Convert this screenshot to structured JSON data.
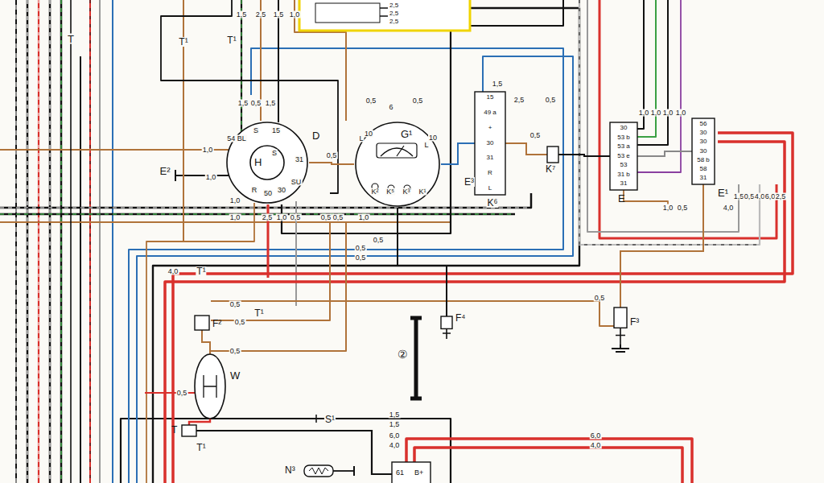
{
  "diagram": {
    "nodes": [
      {
        "text": [
          "2,5",
          "2,5",
          "2,5"
        ]
      },
      {
        "text": [
          "D"
        ]
      },
      {
        "text": [
          "H"
        ],
        "in": 1
      },
      {
        "text": [
          "G¹"
        ]
      },
      {
        "text": [
          "15",
          "49 a",
          "+",
          "30",
          "31",
          "R",
          "L"
        ]
      },
      {
        "text": [
          "K⁷"
        ]
      },
      {
        "text": [
          "30",
          "53 b",
          "53 a",
          "53 e",
          "53",
          "31 b",
          "31",
          "E"
        ]
      },
      {
        "text": [
          "56",
          "30",
          "30",
          "30",
          "58 b",
          "58",
          "31",
          "E¹"
        ]
      },
      {
        "text": [
          "F²"
        ]
      },
      {
        "text": [
          "F⁴"
        ]
      },
      {
        "text": [
          "F³"
        ]
      },
      {
        "text": [
          "W"
        ]
      },
      {
        "text": [
          "T"
        ]
      },
      {
        "text": [
          "N³"
        ]
      },
      {
        "text": [
          "61",
          "B+"
        ]
      }
    ],
    "edges": [
      {
        "from": 1,
        "to": 3,
        "arrow": "none"
      },
      {
        "from": 3,
        "to": 4,
        "arrow": "none"
      },
      {
        "from": 4,
        "to": 5,
        "arrow": "none"
      },
      {
        "from": 5,
        "to": 6,
        "arrow": "none"
      },
      {
        "from": 6,
        "to": 7,
        "arrow": "none"
      },
      {
        "from": 8,
        "to": 11,
        "arrow": "none"
      },
      {
        "from": 11,
        "to": 12,
        "arrow": "none"
      },
      {
        "from": 12,
        "to": 14,
        "arrow": "none"
      },
      {
        "from": 9,
        "to": 3,
        "arrow": "none"
      },
      {
        "from": 10,
        "to": 7,
        "arrow": "none"
      }
    ],
    "labels": [
      "T",
      "T¹",
      "T¹",
      "1,5",
      "2,5",
      "1,5",
      "1,0",
      "1,5",
      "0,5",
      "1,5",
      "54 BL",
      "S",
      "15",
      "S",
      "31",
      "1,0",
      "E²",
      "1,0",
      "R",
      "50",
      "30",
      "SU",
      "0,5",
      "1,0",
      "1,0",
      "2,5",
      "1,0",
      "0,5",
      "0,5",
      "6",
      "0,5",
      "L",
      "10",
      "L",
      "10",
      "K²",
      "K⁵",
      "K³",
      "K¹",
      "0,5",
      "0,5",
      "1,0",
      "0,5",
      "0,5",
      "0,5",
      "E³",
      "K⁶",
      "0,5",
      "0,5",
      "2,5",
      "1,5",
      "1,0",
      "0,5",
      "4,0",
      "1,5",
      "0,5",
      "4,0",
      "6,0",
      "2,5",
      "1,0",
      "1,0",
      "1,0",
      "1,0",
      "4,0",
      "T¹",
      "0,5",
      "T¹",
      "0,5",
      "0,5",
      "0,5",
      "0,5",
      "②",
      "1,5",
      "1,5",
      "S¹",
      "T¹",
      "6,0",
      "4,0",
      "6,0",
      "4,0"
    ]
  }
}
